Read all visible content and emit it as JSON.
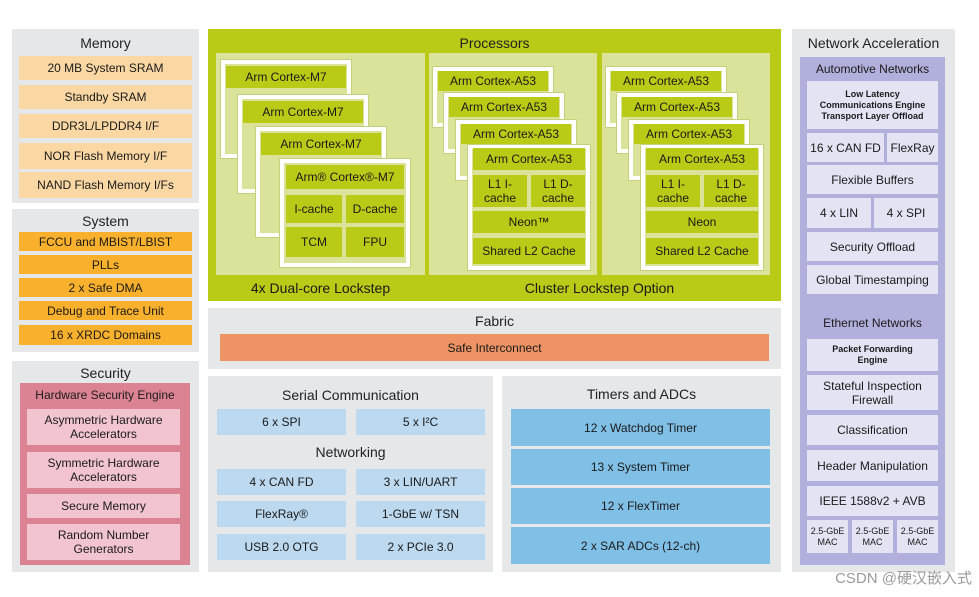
{
  "memory": {
    "title": "Memory",
    "items": [
      "20 MB System SRAM",
      "Standby SRAM",
      "DDR3L/LPDDR4 I/F",
      "NOR Flash Memory I/F",
      "NAND Flash Memory I/Fs"
    ]
  },
  "system": {
    "title": "System",
    "items": [
      "FCCU and MBIST/LBIST",
      "PLLs",
      "2 x Safe DMA",
      "Debug and Trace Unit",
      "16 x XRDC Domains"
    ]
  },
  "security": {
    "title": "Security",
    "engine": "Hardware Security Engine",
    "items": [
      "Asymmetric Hardware Accelerators",
      "Symmetric Hardware Accelerators",
      "Secure Memory",
      "Random Number Generators"
    ]
  },
  "processors": {
    "title": "Processors",
    "m7": {
      "core": "Arm Cortex-M7",
      "core_front": "Arm® Cortex®-M7",
      "icache": "I-cache",
      "dcache": "D-cache",
      "tcm": "TCM",
      "fpu": "FPU",
      "label": "4x Dual-core Lockstep"
    },
    "a53": {
      "core": "Arm Cortex-A53",
      "l1i": "L1 I-cache",
      "l1d": "L1 D-cache",
      "neon_1": "Neon™",
      "neon_2": "Neon",
      "l2": "Shared L2 Cache",
      "label": "Cluster Lockstep Option"
    }
  },
  "fabric": {
    "title": "Fabric",
    "interconnect": "Safe Interconnect"
  },
  "serial": {
    "title": "Serial Communication",
    "spi": "6 x SPI",
    "i2c": "5 x I²C",
    "networking_title": "Networking",
    "can": "4 x CAN FD",
    "lin": "3 x LIN/UART",
    "flexray": "FlexRay®",
    "gbe": "1-GbE w/ TSN",
    "usb": "USB 2.0 OTG",
    "pcie": "2 x PCIe 3.0"
  },
  "timers": {
    "title": "Timers and ADCs",
    "items": [
      "12 x Watchdog Timer",
      "13 x System Timer",
      "12 x FlexTimer",
      "2 x SAR ADCs (12-ch)"
    ]
  },
  "network_accel": {
    "title": "Network Acceleration",
    "automotive": {
      "title": "Automotive Networks",
      "llce": "Low Latency Communications Engine Transport Layer Offload",
      "can": "16 x CAN FD",
      "flexray": "FlexRay",
      "buffers": "Flexible Buffers",
      "lin": "4 x LIN",
      "spi": "4 x SPI",
      "offload": "Security Offload",
      "timestamp": "Global Timestamping"
    },
    "ethernet": {
      "title": "Ethernet Networks",
      "pfe": "Packet Forwarding Engine",
      "firewall": "Stateful Inspection Firewall",
      "classification": "Classification",
      "header": "Header Manipulation",
      "ieee": "IEEE 1588v2 + AVB",
      "mac": "2.5-GbE MAC"
    }
  },
  "watermark": "CSDN @硬汉嵌入式"
}
